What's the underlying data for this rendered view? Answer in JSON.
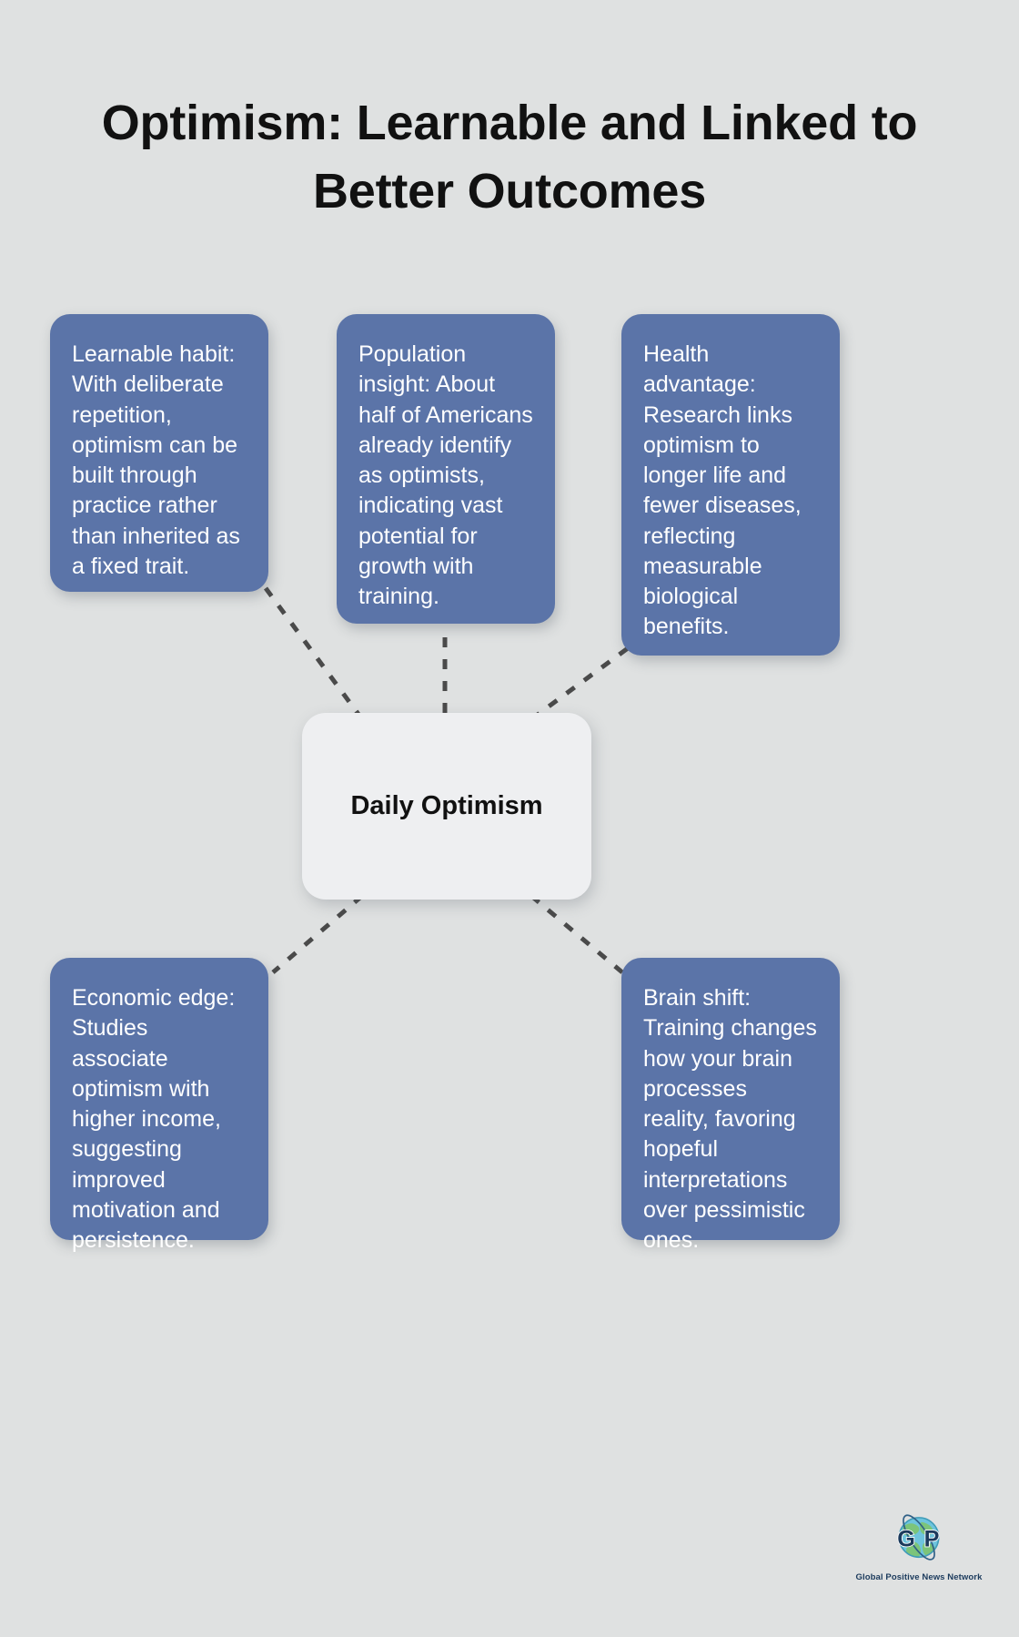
{
  "page": {
    "background_color": "#dfe1e1",
    "title": "Optimism: Learnable and Linked to Better Outcomes"
  },
  "center": {
    "label": "Daily Optimism",
    "background_color": "#eeeff1",
    "text_color": "#111111"
  },
  "style": {
    "card_color": "#5b74a8",
    "card_text_color": "#ffffff",
    "connector_color": "#4a4a4a"
  },
  "branches": [
    {
      "id": "learnable-habit",
      "text": "Learnable habit: With deliberate repetition, optimism can be built through practice rather than inherited as a fixed trait."
    },
    {
      "id": "population-insight",
      "text": "Population insight: About half of Americans already identify as optimists, indicating vast potential for growth with training."
    },
    {
      "id": "health-advantage",
      "text": "Health advantage: Research links optimism to longer life and fewer diseases, reflecting measurable biological benefits."
    },
    {
      "id": "economic-edge",
      "text": "Economic edge: Studies associate optimism with higher income, suggesting improved motivation and persistence."
    },
    {
      "id": "brain-shift",
      "text": "Brain shift: Training changes how your brain processes reality, favoring hopeful interpretations over pessimistic ones."
    }
  ],
  "logo": {
    "initial_left": "G",
    "initial_right": "P",
    "caption": "Global Positive News Network"
  }
}
